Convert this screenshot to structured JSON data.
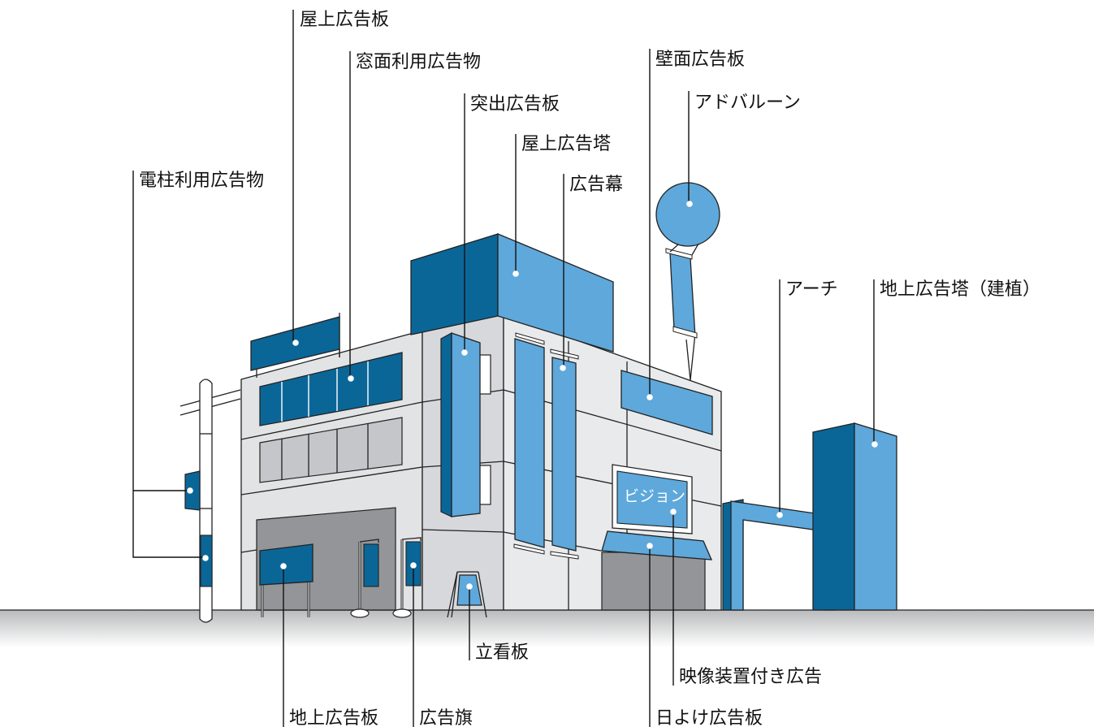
{
  "labels": {
    "rooftop_billboard": "屋上広告板",
    "window_ad": "窓面利用広告物",
    "projecting_sign": "突出広告板",
    "rooftop_tower": "屋上広告塔",
    "banner": "広告幕",
    "wall_billboard": "壁面広告板",
    "ad_balloon": "アドバルーン",
    "pole_ad": "電柱利用広告物",
    "arch": "アーチ",
    "ground_tower": "地上広告塔（建植）",
    "ground_billboard": "地上広告板",
    "ad_flag": "広告旗",
    "standing_sign": "立看板",
    "video_ad": "映像装置付き広告",
    "awning_sign": "日よけ広告板"
  },
  "screen_text": "ビジョン",
  "colors": {
    "dark_blue": "#0b6698",
    "light_blue": "#5ea8db",
    "wall_light": "#e2e3e5",
    "wall_mid": "#d1d3d6",
    "window_gray": "#c4c6c9",
    "shutter_gray": "#949598",
    "ground": "#cfd0d2"
  }
}
